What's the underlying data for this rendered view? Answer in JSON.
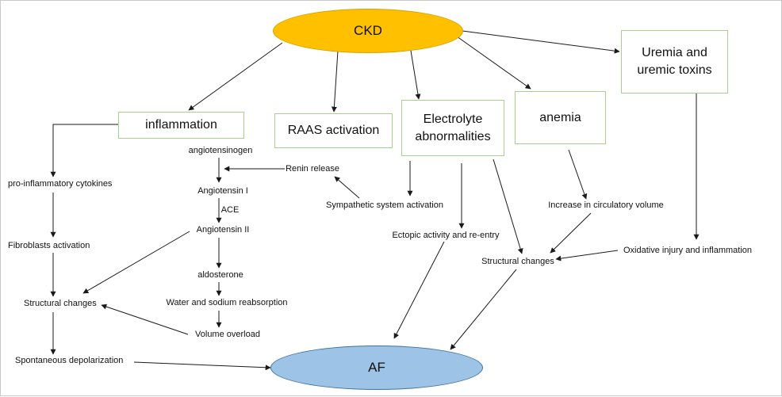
{
  "ovals": {
    "ckd": "CKD",
    "af": "AF"
  },
  "boxes": {
    "inflammation": "inflammation",
    "raas": "RAAS activation",
    "electrolyte_line1": "Electrolyte",
    "electrolyte_line2": "abnormalities",
    "anemia": "anemia",
    "uremia_line1": "Uremia and",
    "uremia_line2": "uremic toxins"
  },
  "labels": {
    "pro_inflammatory": "pro-inflammatory cytokines",
    "fibroblasts": "Fibroblasts activation",
    "structural_left": "Structural changes",
    "spontaneous": "Spontaneous depolarization",
    "angiotensinogen": "angiotensinogen",
    "angiotensin_i": "Angiotensin I",
    "ace": "ACE",
    "angiotensin_ii": "Angiotensin II",
    "aldosterone": "aldosterone",
    "water_sodium": "Water and sodium reabsorption",
    "volume_overload": "Volume overload",
    "renin": "Renin release",
    "sympathetic": "Sympathetic system activation",
    "ectopic": "Ectopic activity and re-entry",
    "structural_right": "Structural changes",
    "circulatory": "Increase in circulatory volume",
    "oxidative": "Oxidative injury and inflammation"
  },
  "colors": {
    "ckd_fill": "#ffc000",
    "ckd_stroke": "#d6a200",
    "af_fill": "#9dc3e6",
    "af_stroke": "#41719c",
    "box_border": "#a9d18e",
    "arrow": "#1a1a1a"
  }
}
